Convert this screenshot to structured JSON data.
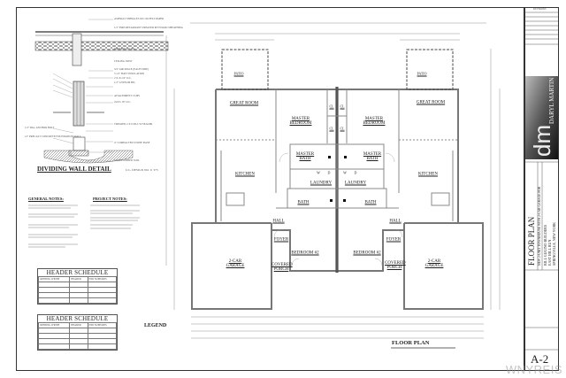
{
  "detail": {
    "title": "DIVIDING WALL DETAIL",
    "subtitle": "U.L. DESIGN NO. U 373",
    "callouts": [
      "ASPHALT SHINGLES ON 15# FELT PAPER",
      "1/2\" FIRE RETARDANT TREATED PLYWOOD SHEATHING",
      "RAFTERS 16\" O.C.",
      "CEILING JOIST",
      "3/4\" AIR SPACE (EACH SIDE)",
      "3 1/2\" BATT INSULATION",
      "2 X 4's 16\" O.C.",
      "1/2\" GYPSUM BD.",
      "ATTACHMENT CLIPS",
      "2x10's 16\" O.C.",
      "TREATED 2 X 6 SILL W/SEALER",
      "1/2\" DIA. ANCHOR BOLT",
      "12\" PRECAST CONCRETE FOUNDATION WALL",
      "4\" COMPACTED STONE BASE",
      "UNDISTURBED SOIL"
    ]
  },
  "notes": {
    "general_title": "GENERAL NOTES:",
    "project_title": "PROJECT NOTES:"
  },
  "schedules": [
    {
      "title": "HEADER SCHEDULE",
      "columns": [
        "OPENING WIDTH",
        "HEADER",
        "END SUPPORTS"
      ]
    },
    {
      "title": "HEADER SCHEDULE",
      "columns": [
        "OPENING WIDTH",
        "HEADER",
        "END SUPPORTS"
      ]
    }
  ],
  "legend": {
    "title": "LEGEND"
  },
  "plan": {
    "title": "FLOOR PLAN",
    "rooms_left": {
      "patio": "PATIO",
      "great_room": "GREAT ROOM",
      "master_bedroom": "MASTER BEDROOM",
      "master_bath": "MASTER BATH",
      "kitchen": "KITCHEN",
      "cl1": "CL",
      "cl2": "CL",
      "w": "W",
      "d": "D",
      "laundry": "LAUNDRY",
      "bath": "BATH",
      "hall": "HALL",
      "foyer": "FOYER",
      "bedroom2": "BEDROOM #2",
      "porch": "COVERED PORCH",
      "garage": "2-CAR GARAGE"
    },
    "rooms_right": {
      "patio": "PATIO",
      "great_room": "GREAT ROOM",
      "master_bedroom": "MASTER BEDROOM",
      "master_bath": "MASTER BATH",
      "kitchen": "KITCHEN",
      "cl1": "CL",
      "cl2": "CL",
      "w": "W",
      "d": "D",
      "laundry": "LAUNDRY",
      "bath": "BATH",
      "hall": "HALL",
      "foyer": "FOYER",
      "bedroom2": "BEDROOM #2",
      "porch": "COVERED PORCH",
      "garage": "2-CAR GARAGE"
    }
  },
  "title_block": {
    "revisions": "REVISIONS",
    "logo_mark": "dm",
    "firm": "DARYL MARTIN",
    "sheet_title": "FLOOR PLAN",
    "project": "NEW 2-UNIT TOWNHOUSE WITH 2-CAR GARAGE FOR",
    "client": "BILL GUGINO BUILDERS",
    "street": "EAST HILL RUN",
    "city": "SPRINGVILLE, NEW YORK",
    "sheet_number": "A-2"
  },
  "watermark": "WNYREIS",
  "colors": {
    "line": "#333333",
    "wall": "#8a8a8a",
    "logo_dark": "#2a2a2a"
  }
}
